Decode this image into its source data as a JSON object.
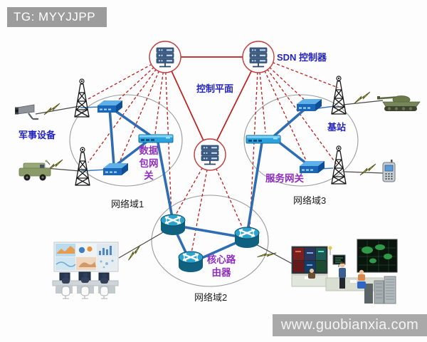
{
  "header": {
    "tag_label": "TG: MYYJJPP"
  },
  "watermark": {
    "url_text": "www.guobianxia.com"
  },
  "diagram": {
    "control_plane_label": "控制平面",
    "sdn_controller_label": "SDN 控制器",
    "domain1_label": "网络域1",
    "domain2_label": "网络域2",
    "domain3_label": "网络域3",
    "military_equipment_label": "军事设备",
    "base_station_label": "基站",
    "packet_gateway_label": "数据包网关",
    "service_gateway_label": "服务网关",
    "core_router_label": "核心路由器"
  },
  "icons": {
    "controller": "server-icon",
    "network_node": "switch-icon",
    "gateway": "gateway-switch-icon",
    "router": "router-icon",
    "tower": "radio-tower-icon",
    "bolt": "lightning-bolt-icon",
    "camera": "surveillance-camera-icon",
    "vehicle": "military-vehicle-icon",
    "tank": "tank-icon",
    "phone": "mobile-phone-icon"
  },
  "colors": {
    "control_link_red": "#bf1c1c",
    "data_link_blue": "#2e6db4",
    "label_blue": "#2424bd",
    "label_purple": "#8f2fbf",
    "device_blue": "#1a67b8",
    "router_teal": "#0f617f",
    "header_bg": "#9c9c9c",
    "watermark_bg": "#a9a9a9"
  }
}
